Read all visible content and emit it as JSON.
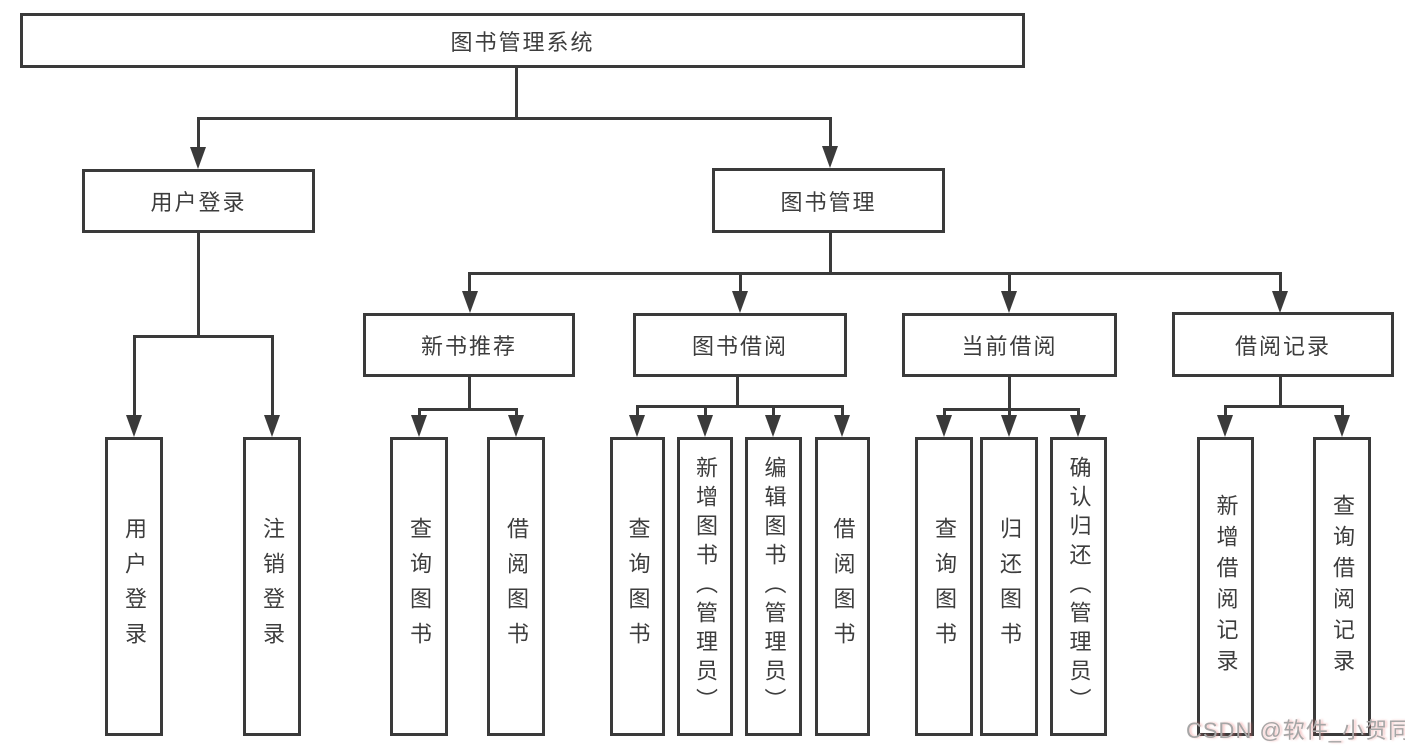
{
  "diagram": {
    "root": "图书管理系统",
    "level2": {
      "user_login": "用户登录",
      "book_management": "图书管理"
    },
    "level3": {
      "new_book_recommend": "新书推荐",
      "book_borrow": "图书借阅",
      "current_borrow": "当前借阅",
      "borrow_records": "借阅记录"
    },
    "leaves": {
      "user_login": [
        "用户登录",
        "注销登录"
      ],
      "new_book_recommend": [
        "查询图书",
        "借阅图书"
      ],
      "book_borrow": [
        "查询图书",
        "新增图书（管理员）",
        "编辑图书（管理员）",
        "借阅图书"
      ],
      "current_borrow": [
        "查询图书",
        "归还图书",
        "确认归还（管理员）"
      ],
      "borrow_records": [
        "新增借阅记录",
        "查询借阅记录"
      ]
    }
  },
  "watermark": "CSDN @软件_小贺同学",
  "colors": {
    "line": "#3a3a3a",
    "text": "#3d3d3d",
    "watermark": "#a6a6a6"
  }
}
